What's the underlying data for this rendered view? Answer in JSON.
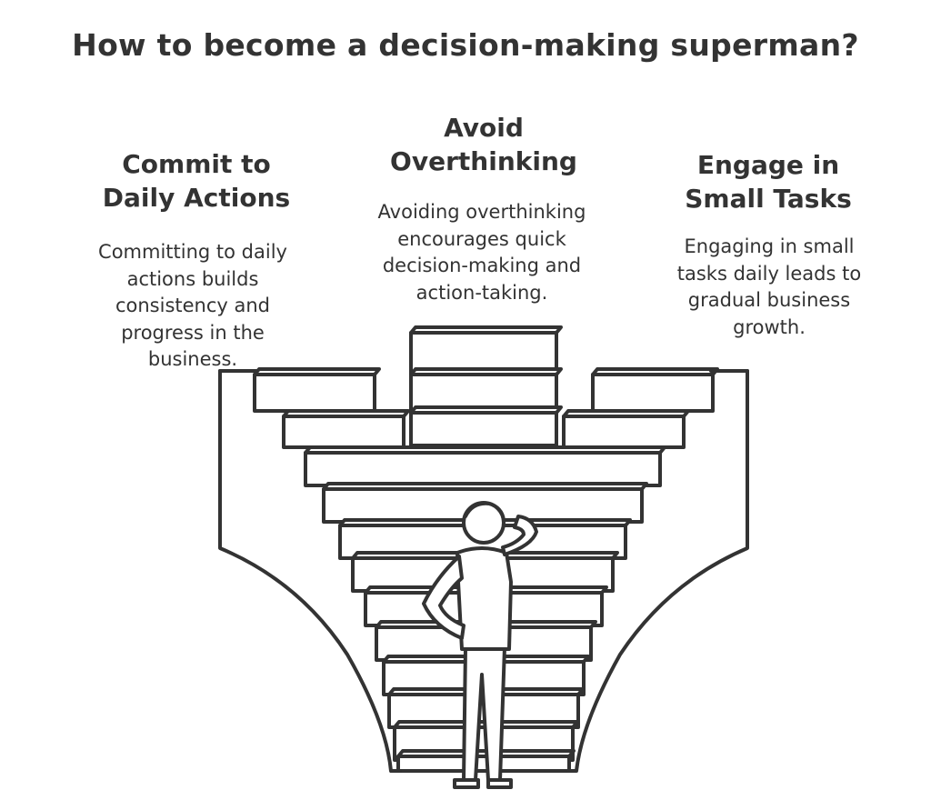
{
  "title": "How to become a decision-making superman?",
  "sections": [
    {
      "heading": [
        "Commit to",
        "Daily Actions"
      ],
      "description": [
        "Committing to daily",
        "actions builds",
        "consistency and",
        "progress in the",
        "business."
      ]
    },
    {
      "heading": [
        "Avoid",
        "Overthinking"
      ],
      "description": [
        "Avoiding overthinking",
        "encourages quick",
        "decision-making and",
        "action-taking."
      ]
    },
    {
      "heading": [
        "Engage in",
        "Small Tasks"
      ],
      "description": [
        "Engaging in small",
        "tasks daily leads to",
        "gradual business",
        "growth."
      ]
    }
  ],
  "illustration": {
    "subject": "person-thinking-before-staircase",
    "stroke_color": "#333333"
  }
}
